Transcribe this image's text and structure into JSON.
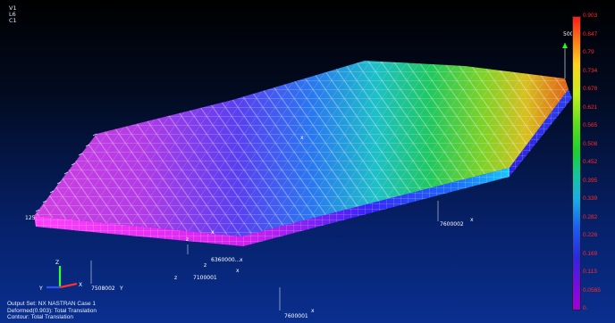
{
  "viewport_labels": {
    "v": "V1",
    "l": "L6",
    "c": "C1"
  },
  "legend": {
    "values": [
      "0.903",
      "0.847",
      "0.79",
      "0.734",
      "0.678",
      "0.621",
      "0.565",
      "0.508",
      "0.452",
      "0.395",
      "0.339",
      "0.282",
      "0.226",
      "0.169",
      "0.113",
      "0.0565",
      "0."
    ],
    "text_color": "#ff2a2a"
  },
  "node_labels": {
    "top_right": "500...",
    "right": "7600002",
    "mid": "6360000...",
    "bottom_left": "7508002",
    "bottom_center": "7100001",
    "bottom": "7600001",
    "left_edge": "125"
  },
  "axis": {
    "x": "X",
    "y": "Y",
    "z": "Z"
  },
  "output_info": {
    "line1": "Output Set: NX NASTRAN Case 1",
    "line2": "Deformed(0.903): Total Translation",
    "line3": "Contour: Total Translation"
  },
  "colors": {
    "background_top": "#000000",
    "background_bottom": "#0a2f90",
    "mesh_line": "#ffffff"
  }
}
